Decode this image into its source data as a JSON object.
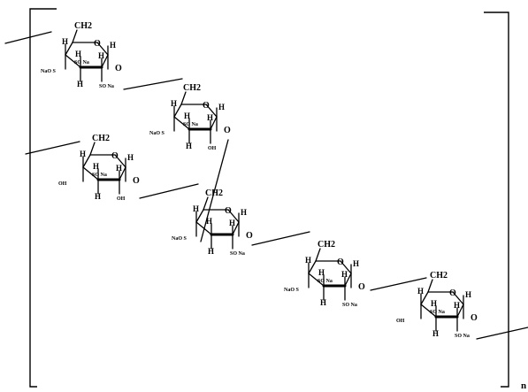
{
  "structure": {
    "repeat_subscript": "n",
    "units": [
      {
        "id": "unit-1",
        "bridge": "CH2",
        "ring_oxygen": "O",
        "substituents": {
          "h_upper_left": "H",
          "h_left": "H",
          "h_lower_left": "H",
          "h_upper_right": "H",
          "h_right": "H",
          "top_inner": "SO Na",
          "left": "NaO S",
          "lower_right": "SO Na"
        },
        "glycosidic_oxygen": "O"
      },
      {
        "id": "unit-2",
        "bridge": "CH2",
        "ring_oxygen": "O",
        "substituents": {
          "h_upper_left": "H",
          "h_left": "H",
          "h_lower_left": "H",
          "h_upper_right": "H",
          "h_right": "H",
          "top_inner": "SO Na",
          "left": "NaO S",
          "lower_right": "OH"
        },
        "glycosidic_oxygen": "O"
      },
      {
        "id": "unit-3",
        "bridge": "CH2",
        "ring_oxygen": "O",
        "substituents": {
          "h_upper_left": "H",
          "h_left": "H",
          "h_lower_left": "H",
          "h_upper_right": "H",
          "h_right": "H",
          "top_inner": "SO Na",
          "left": "OH",
          "lower_right": "OH"
        },
        "glycosidic_oxygen": "O"
      },
      {
        "id": "unit-4",
        "bridge": "CH2",
        "ring_oxygen": "O",
        "substituents": {
          "h_upper_left": "H",
          "h_left": "H",
          "h_lower_left": "H",
          "h_upper_right": "H",
          "h_right": "H",
          "top_inner": "",
          "left": "NaO S",
          "lower_right": "SO Na"
        },
        "glycosidic_oxygen": "O"
      },
      {
        "id": "unit-5",
        "bridge": "CH2",
        "ring_oxygen": "O",
        "substituents": {
          "h_upper_left": "H",
          "h_left": "H",
          "h_lower_left": "H",
          "h_upper_right": "H",
          "h_right": "H",
          "top_inner": "SO Na",
          "left": "NaO S",
          "lower_right": "SO Na"
        },
        "glycosidic_oxygen": "O"
      },
      {
        "id": "unit-6",
        "bridge": "CH2",
        "ring_oxygen": "O",
        "substituents": {
          "h_upper_left": "H",
          "h_left": "H",
          "h_lower_left": "H",
          "h_upper_right": "H",
          "h_right": "H",
          "top_inner": "SO Na",
          "left": "OH",
          "lower_right": "SO Na"
        },
        "glycosidic_oxygen": "O"
      }
    ]
  }
}
